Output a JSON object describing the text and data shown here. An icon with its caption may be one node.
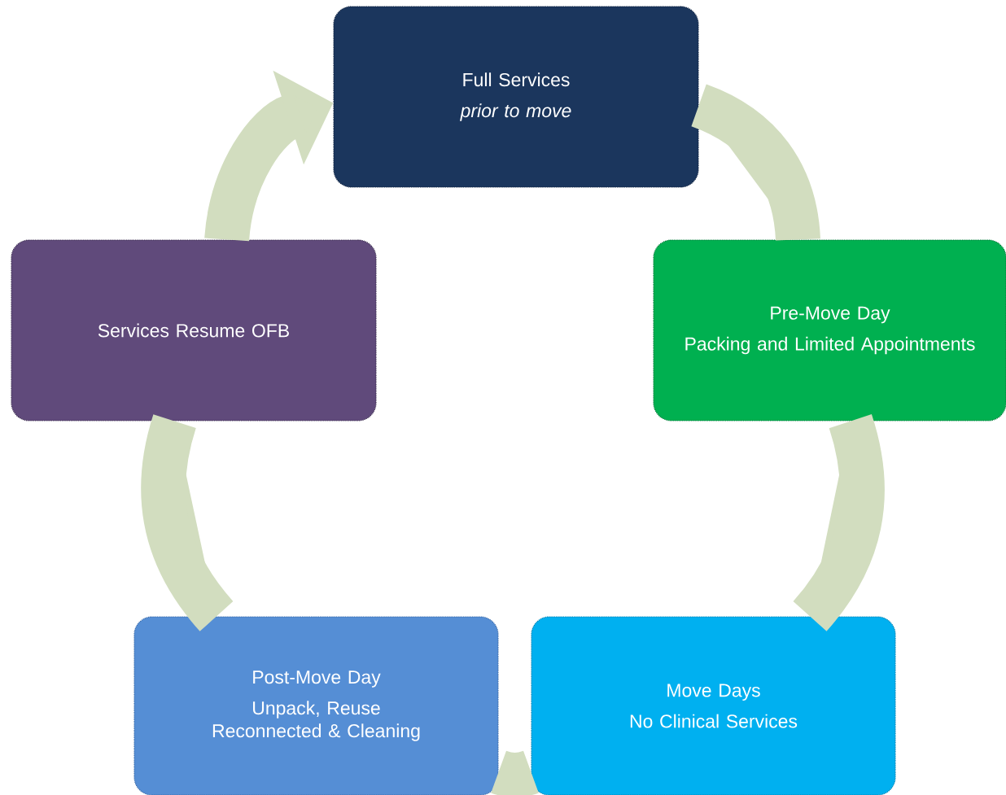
{
  "diagram": {
    "nodes": [
      {
        "text": [
          "Full Services",
          "prior to move"
        ]
      },
      {
        "text": [
          "Pre-Move Day",
          "Packing and Limited Appointments"
        ]
      },
      {
        "text": [
          "Move Days",
          "No Clinical Services"
        ]
      },
      {
        "text": [
          "Post-Move Day",
          "Unpack, Reuse Reconnected & Cleaning"
        ]
      },
      {
        "text": [
          "Services Resume OFB"
        ]
      }
    ],
    "edges": [
      {
        "from": 0,
        "to": 1,
        "arrow": "none"
      },
      {
        "from": 1,
        "to": 2,
        "arrow": "none"
      },
      {
        "from": 2,
        "to": 3,
        "arrow": "none"
      },
      {
        "from": 3,
        "to": 4,
        "arrow": "none"
      },
      {
        "from": 4,
        "to": 0,
        "arrow": "to"
      }
    ]
  }
}
